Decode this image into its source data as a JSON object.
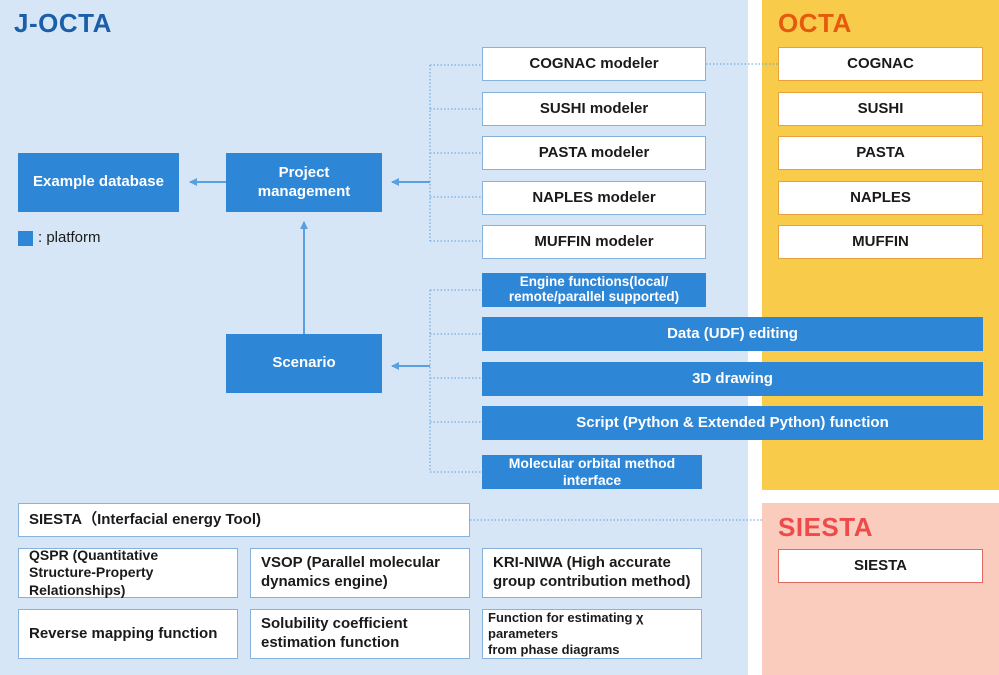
{
  "panels": {
    "jocta_title": "J-OCTA",
    "octa_title": "OCTA",
    "siesta_title": "SIESTA"
  },
  "colors": {
    "jocta_bg": "#d6e6f6",
    "octa_bg": "#f8cb4a",
    "siesta_bg": "#f9ccbd",
    "platform_blue": "#2e86d6",
    "jocta_title": "#1b5fa8",
    "octa_title": "#e55a0c",
    "siesta_title": "#ef4a4a"
  },
  "platform": {
    "example_database": "Example database",
    "project_management": "Project\nmanagement",
    "scenario": "Scenario",
    "legend": ": platform"
  },
  "modelers": [
    "COGNAC modeler",
    "SUSHI modeler",
    "PASTA modeler",
    "NAPLES modeler",
    "MUFFIN modeler"
  ],
  "octa_engines": [
    "COGNAC",
    "SUSHI",
    "PASTA",
    "NAPLES",
    "MUFFIN"
  ],
  "functions": {
    "engine_functions": "Engine functions(local/\nremote/parallel supported)",
    "data_editing": "Data (UDF) editing",
    "drawing_3d": "3D drawing",
    "script_function": "Script (Python & Extended Python) function",
    "molecular_orbital": "Molecular orbital method interface"
  },
  "tools": {
    "siesta_tool": "SIESTA（Interfacial energy Tool)",
    "qspr": "QSPR (Quantitative\nStructure-Property Relationships)",
    "vsop": "VSOP (Parallel molecular\n dynamics engine)",
    "kri_niwa": "KRI-NIWA (High accurate\ngroup contribution method)",
    "reverse_mapping": "Reverse mapping function",
    "solubility": "Solubility coefficient\nestimation function",
    "chi_parameters": "Function for estimating χ parameters\nfrom phase diagrams"
  },
  "siesta_engine": "SIESTA"
}
